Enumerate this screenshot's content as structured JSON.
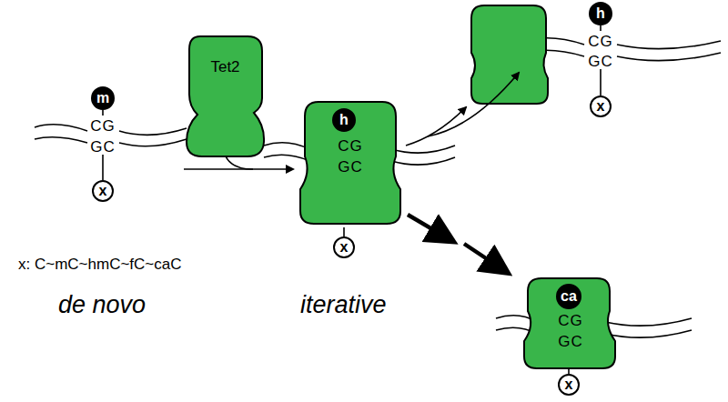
{
  "diagram": {
    "nodes": [
      {
        "text": [
          "m"
        ]
      },
      {
        "text": [
          "x"
        ]
      },
      {
        "text": [
          "Tet2"
        ]
      },
      {
        "text": [
          "h"
        ]
      },
      {
        "text": [
          "x"
        ]
      },
      {
        "text": [
          "h"
        ]
      },
      {
        "text": [
          "x"
        ]
      },
      {
        "text": [
          "ca"
        ]
      },
      {
        "text": [
          "x"
        ]
      }
    ],
    "labels": [
      "CG",
      "GC",
      "CG",
      "GC",
      "CG",
      "GC",
      "CG",
      "GC",
      "x: C~mC~hmC~fC~caC",
      "de novo",
      "iterative"
    ]
  }
}
